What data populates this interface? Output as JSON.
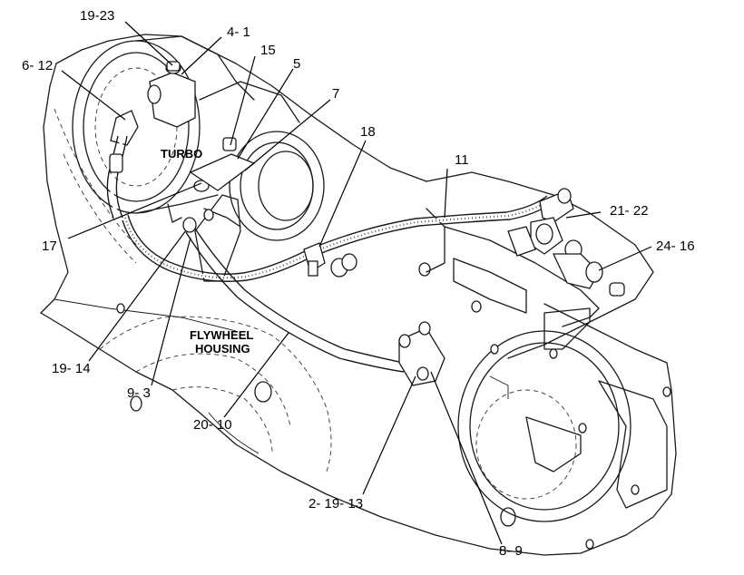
{
  "labels": {
    "turbo": "TURBO",
    "flywheel_line1": "FLYWHEEL",
    "flywheel_line2": "HOUSING"
  },
  "callouts": {
    "c19_23": "19-23",
    "c4_1": "4- 1",
    "c6_12": "6- 12",
    "c15": "15",
    "c5": "5",
    "c7": "7",
    "c18": "18",
    "c11": "11",
    "c21_22": "21- 22",
    "c24_16": "24- 16",
    "c17": "17",
    "c19_14": "19- 14",
    "c9_3": "9- 3",
    "c20_10": "20- 10",
    "c2_19_13": "2- 19- 13",
    "c8_9": "8- 9"
  }
}
